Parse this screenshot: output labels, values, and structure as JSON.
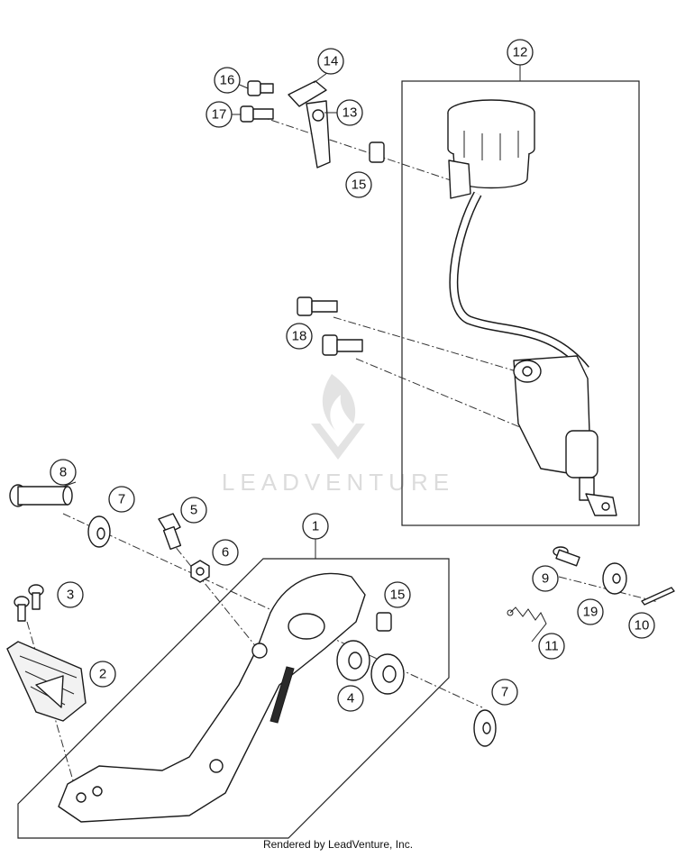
{
  "callouts": {
    "c1": "1",
    "c2": "2",
    "c3": "3",
    "c4": "4",
    "c5": "5",
    "c6": "6",
    "c7a": "7",
    "c7b": "7",
    "c8": "8",
    "c9": "9",
    "c10": "10",
    "c11": "11",
    "c12": "12",
    "c13": "13",
    "c14": "14",
    "c15a": "15",
    "c15b": "15",
    "c16": "16",
    "c17": "17",
    "c18": "18",
    "c19": "19"
  },
  "watermark": {
    "text": "LEADVENTURE"
  },
  "footer": {
    "text": "Rendered by LeadVenture, Inc."
  }
}
